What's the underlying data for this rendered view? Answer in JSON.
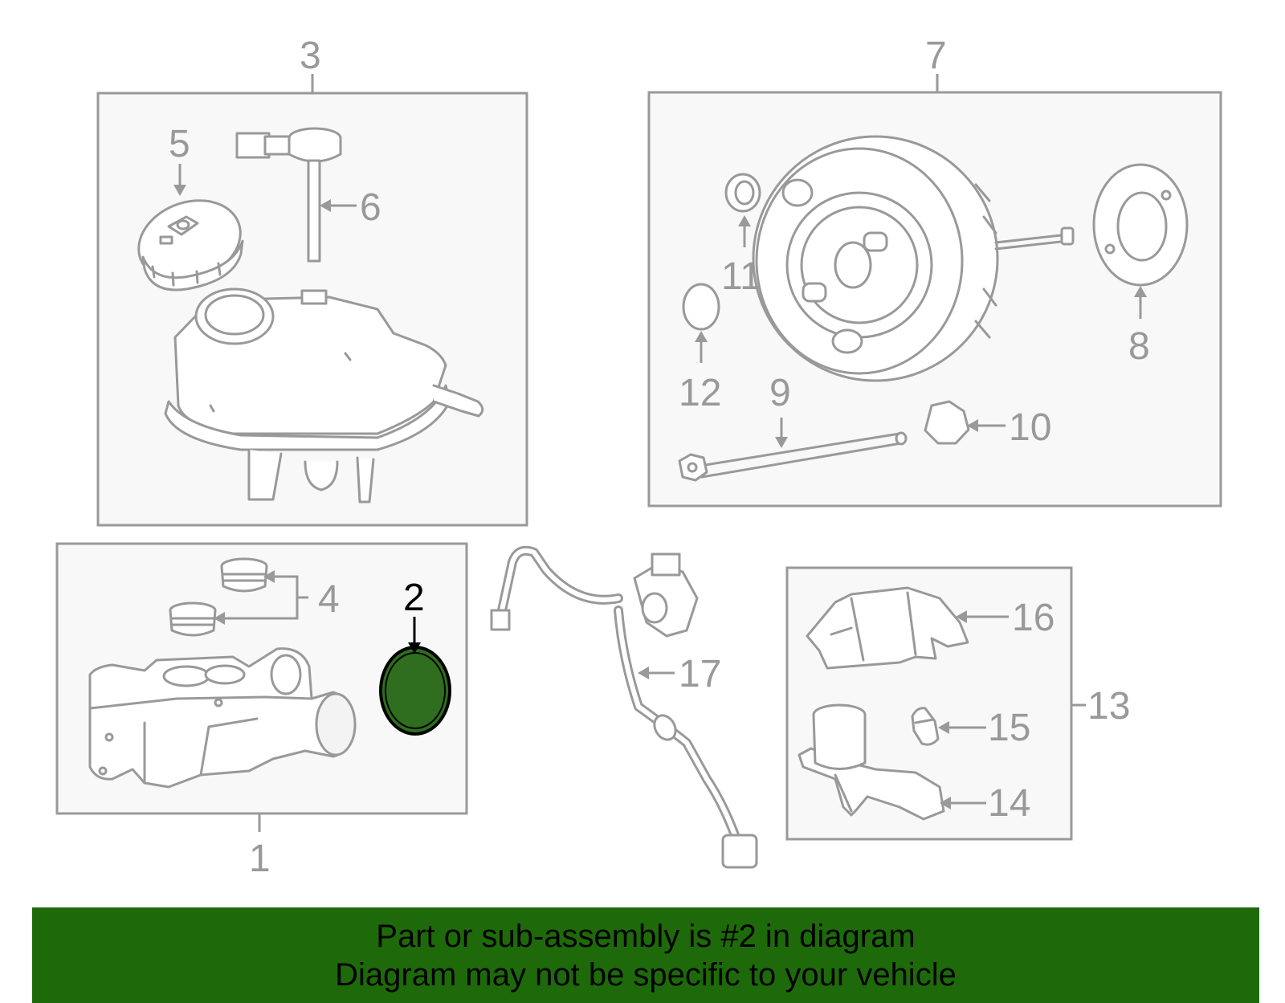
{
  "callouts": {
    "c1": "1",
    "c2": "2",
    "c3": "3",
    "c4": "4",
    "c5": "5",
    "c6": "6",
    "c7": "7",
    "c8": "8",
    "c9": "9",
    "c10": "10",
    "c11": "11",
    "c12": "12",
    "c13": "13",
    "c14": "14",
    "c15": "15",
    "c16": "16",
    "c17": "17"
  },
  "highlight": {
    "part_number": "2",
    "fill_color": "#2e6e1e",
    "outline_color": "#000000"
  },
  "banner": {
    "line1": "Part or sub-assembly is #2 in diagram",
    "line2": "Diagram may not be specific to your vehicle",
    "background_color": "#1e6a0a"
  }
}
